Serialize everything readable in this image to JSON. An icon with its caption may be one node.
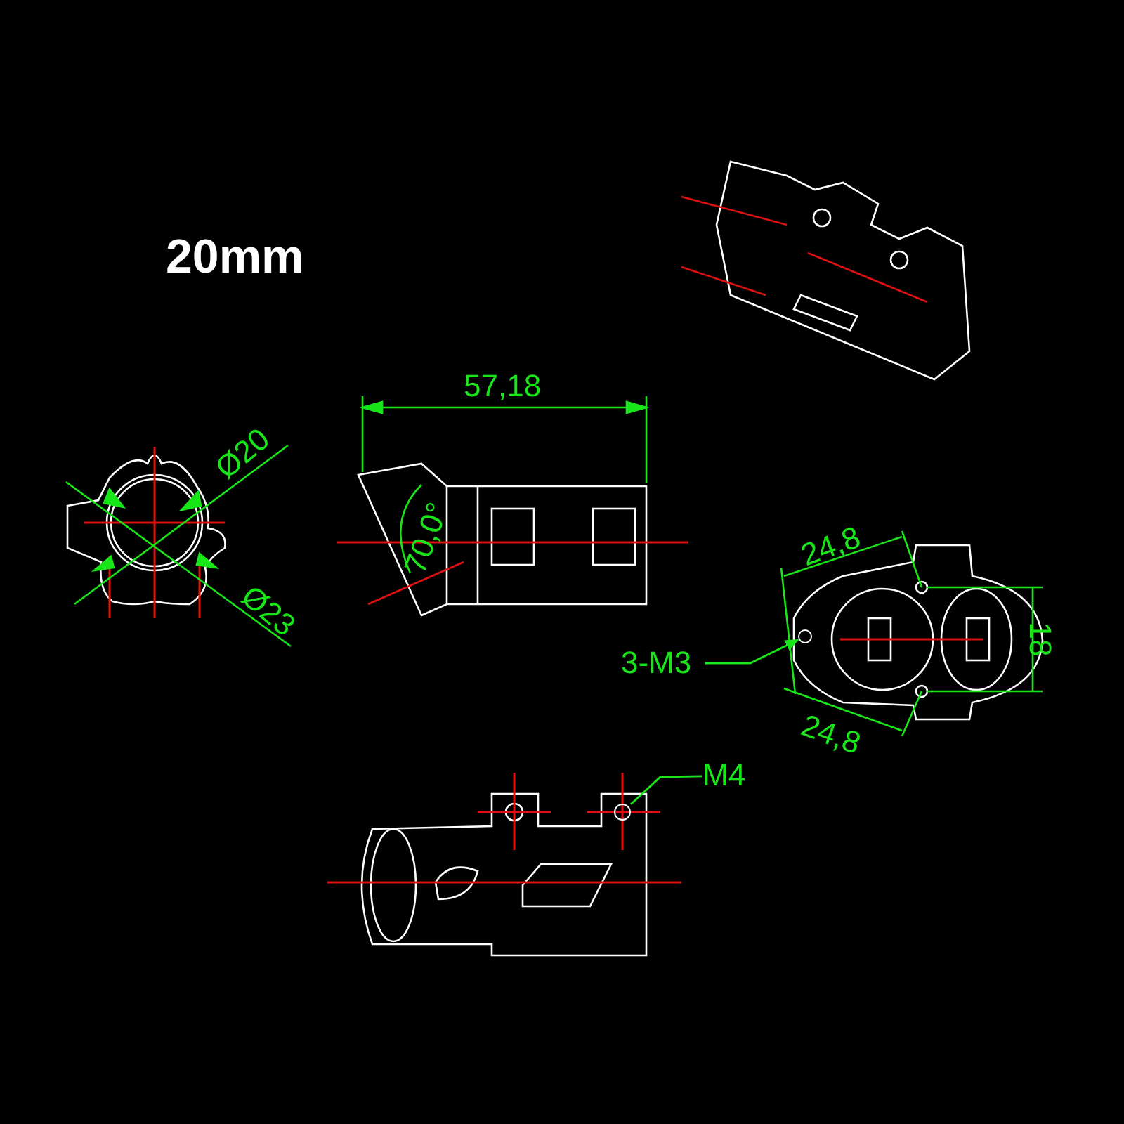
{
  "diagram": {
    "title": "20mm",
    "nodes": [
      {
        "text": [
          "3-M3"
        ]
      },
      {
        "text": [],
        "shape": "circle"
      },
      {
        "text": [
          "M4"
        ]
      },
      {
        "text": [],
        "shape": "circle"
      }
    ],
    "edges": [
      {
        "from": 0,
        "to": 1,
        "arrow": "to"
      },
      {
        "from": 2,
        "to": 3,
        "arrow": "none"
      }
    ],
    "labels": [
      "Ø20",
      "Ø23",
      "57,18",
      "70,0°",
      "24,8",
      "18",
      "24,8"
    ]
  }
}
